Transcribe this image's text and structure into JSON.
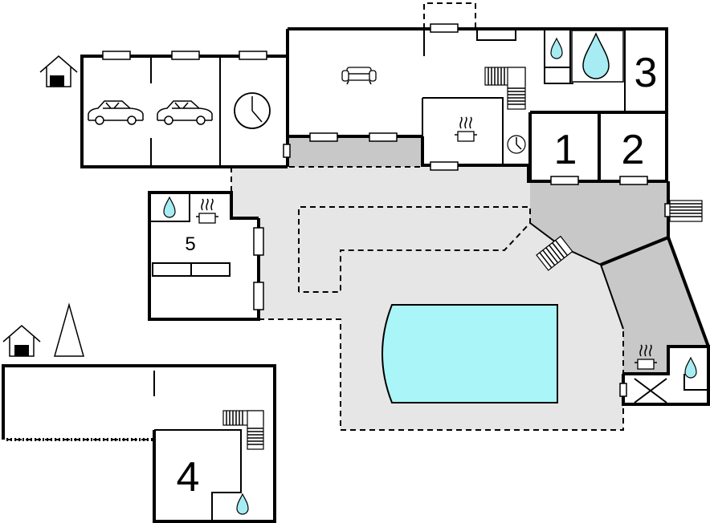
{
  "colors": {
    "background": "#ffffff",
    "terrace": "#e6e6e6",
    "covered": "#c8c8c8",
    "pool": "#aaf5f8",
    "water": "#a6ecf2",
    "walls": "#000000"
  },
  "rooms": [
    {
      "key": "room1",
      "label": "1"
    },
    {
      "key": "room2",
      "label": "2"
    },
    {
      "key": "room3",
      "label": "3"
    },
    {
      "key": "room4",
      "label": "4"
    },
    {
      "key": "room5",
      "label": "5"
    }
  ],
  "icons": [
    "car-icon",
    "clock-icon",
    "sofa-icon",
    "stove-icon",
    "water-drop-icon",
    "stairs-icon",
    "house-icon",
    "tree-icon"
  ]
}
